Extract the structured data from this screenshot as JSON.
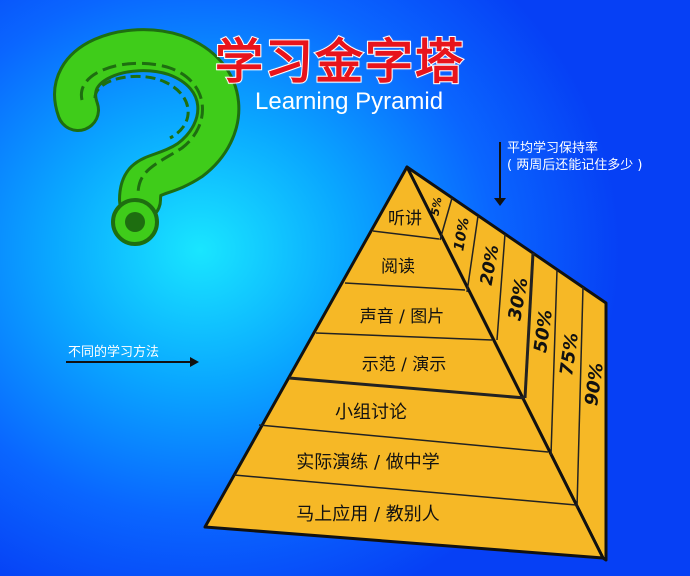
{
  "title": "学习金字塔",
  "subtitle": "Learning Pyramid",
  "retention_label": "平均学习保持率",
  "retention_sub": "( 两周后还能记住多少 )",
  "methods_label": "不同的学习方法",
  "levels": [
    {
      "method": "听讲",
      "retention": "5%"
    },
    {
      "method": "阅读",
      "retention": "10%"
    },
    {
      "method": "声音 / 图片",
      "retention": "20%"
    },
    {
      "method": "示范 / 演示",
      "retention": "30%"
    },
    {
      "method": "小组讨论",
      "retention": "50%"
    },
    {
      "method": "实际演练 / 做中学",
      "retention": "75%"
    },
    {
      "method": "马上应用 / 教别人",
      "retention": "90%"
    }
  ],
  "colors": {
    "pyramid": "#f6b826",
    "title": "#e8141c",
    "maze": "#3fcc1a"
  }
}
